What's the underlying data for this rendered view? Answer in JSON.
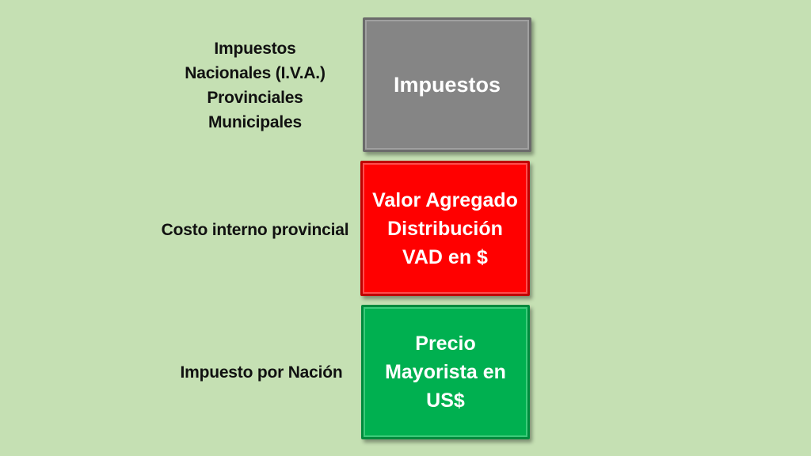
{
  "left_labels": {
    "top": [
      "Impuestos",
      "Nacionales (I.V.A.)",
      "Provinciales",
      "Municipales"
    ],
    "middle": "Costo interno provincial",
    "bottom": "Impuesto por Nación"
  },
  "boxes": {
    "gray": {
      "lines": [
        "Impuestos"
      ],
      "color": "#858585"
    },
    "red": {
      "lines": [
        "Valor Agregado",
        "Distribución",
        "VAD en $"
      ],
      "color": "#ff0000"
    },
    "green": {
      "lines": [
        "Precio",
        "Mayorista en",
        "US$"
      ],
      "color": "#00b050"
    }
  }
}
